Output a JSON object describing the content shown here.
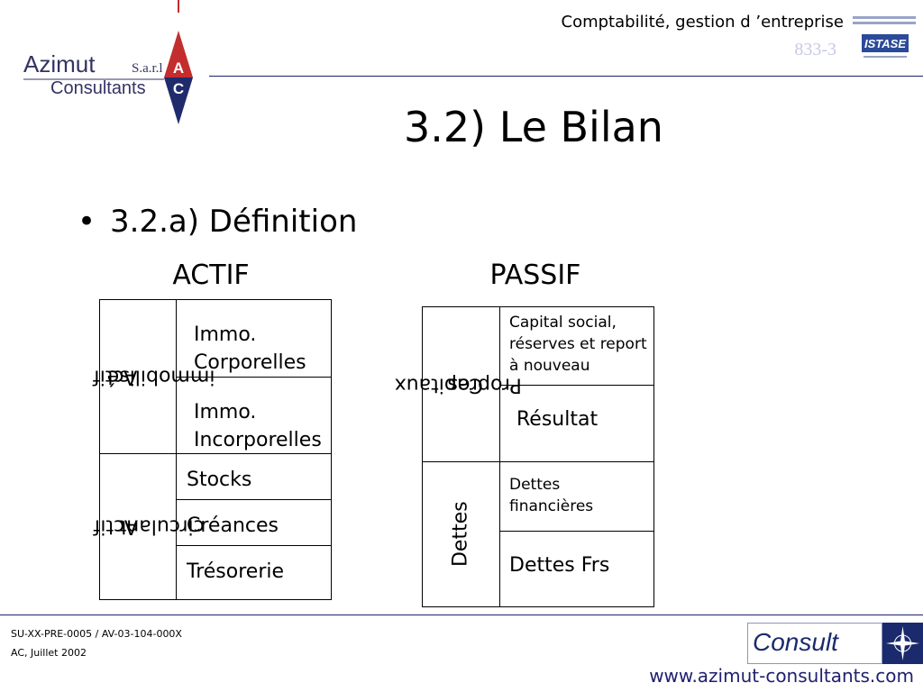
{
  "logo": {
    "line1": "Azimut",
    "suffix": "S.a.r.l",
    "line2": "Consultants",
    "letter_top": "A",
    "letter_bottom": "C",
    "colors": {
      "red": "#c42d2d",
      "navy": "#1f2b6b",
      "text": "#333366"
    }
  },
  "header": {
    "title": "Comptabilité, gestion d ’entreprise",
    "code": "833-3",
    "partner_logo": "ISTASE",
    "partner_icon": "istase-logo"
  },
  "slide": {
    "title": "3.2) Le Bilan",
    "bullet": "3.2.a) Définition"
  },
  "actif": {
    "heading": "ACTIF",
    "groups": [
      {
        "label_line1": "Actif",
        "label_line2": "immobilisé",
        "rows": [
          "Immo. Corporelles",
          "Immo. Incorporelles"
        ]
      },
      {
        "label_line1": "Actif",
        "label_line2": "circulant",
        "rows": [
          "Stocks",
          "Créances",
          "Trésorerie"
        ]
      }
    ]
  },
  "passif": {
    "heading": "PASSIF",
    "groups": [
      {
        "label_line1": "Capitaux",
        "label_line2": "Propres",
        "rows": [
          "Capital social, réserves et report à nouveau",
          "Résultat"
        ]
      },
      {
        "label_line1": "Dettes",
        "label_line2": "",
        "rows": [
          "Dettes financières",
          "Dettes Frs"
        ]
      }
    ]
  },
  "footer": {
    "ref": "SU-XX-PRE-0005 / AV-03-104-000X",
    "date": "AC, Juillet 2002",
    "brand": "Consult",
    "brand_icon": "compass-rose-icon",
    "url": "www.azimut-consultants.com"
  }
}
